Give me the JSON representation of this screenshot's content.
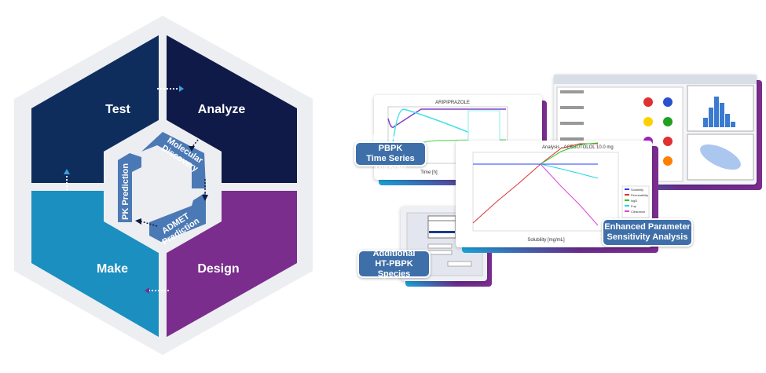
{
  "cycle": {
    "quadrants": [
      {
        "label": "Test",
        "color": "#0e2d5c"
      },
      {
        "label": "Analyze",
        "color": "#101a48"
      },
      {
        "label": "Make",
        "color": "#1b8fc0"
      },
      {
        "label": "Design",
        "color": "#7a2d8c"
      }
    ],
    "inner_steps": [
      "Molecular Discovery",
      "ADMET Prediction",
      "PK Prediction"
    ],
    "inner_color": "#4b79b5"
  },
  "callouts": {
    "time_series": [
      "Enhanced HT-PBPK",
      "Time Series Display"
    ],
    "sensitivity": [
      "Enhanced Parameter",
      "Sensitivity Analysis"
    ],
    "species": [
      "Additional",
      "HT-PBPK Species"
    ]
  },
  "time_series_chart": {
    "title": "ARIPIPRAZOLE",
    "xlabel": "Time [h]"
  },
  "sensitivity_chart": {
    "title": "Analysis - ACEBUTOLOL   10.0 mg",
    "xlabel": "Solubility [mg/mL]",
    "legend": [
      "Solubility",
      "Permeability",
      "logD",
      "Fup",
      "Clearance"
    ],
    "legend_colors": [
      "#2a3cff",
      "#e23030",
      "#22cc22",
      "#22d4e4",
      "#e040e0"
    ]
  }
}
